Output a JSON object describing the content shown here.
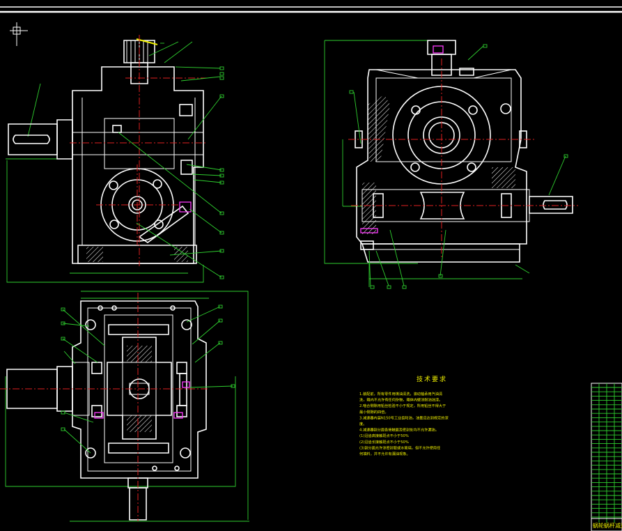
{
  "drawing": {
    "tech_requirements": {
      "title": "技术要求",
      "lines": [
        "1.装配前，所有零件用煤油清洗，滚动轴承用汽油清",
        "  洗，箱内不允许有任何杂物，箱体内壁涂耐油油漆。",
        "2.啮合侧隙用铅丝检验不小于规定，所用铅丝不得大于",
        "  最小侧隙的四倍。",
        "3.减速器内装N150号工业齿轮油，油量应达到规定的深",
        "  度。",
        "4.减速器剖分面各接触面及密封处均不允许漏油。",
        "  (1)沿齿高接触斑点不小于50%",
        "  (2)沿齿长接触斑点不小于50%",
        "  (3)剖分面允许涂密封胶或水玻璃，但不允许使用任",
        "  何填料，并不允许有漏油现象。"
      ]
    },
    "title_block": {
      "name": "蜗轮蜗杆减速器"
    }
  }
}
